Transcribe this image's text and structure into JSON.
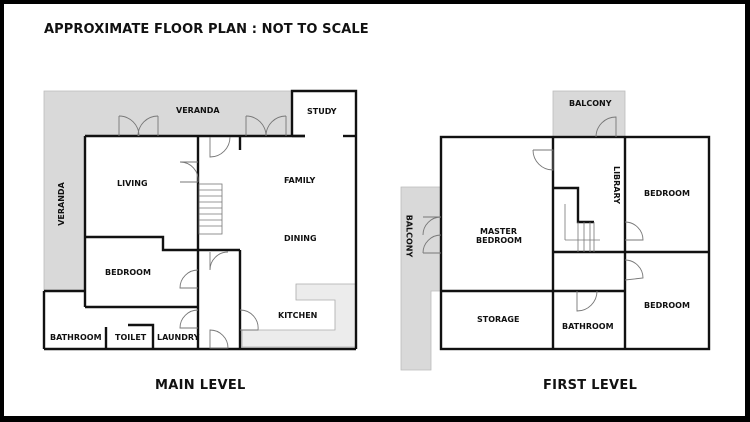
{
  "header": {
    "title": "APPROXIMATE FLOOR PLAN : NOT TO SCALE"
  },
  "colors": {
    "wall": "#111111",
    "outdoor_fill": "#d9d9d9",
    "counter_fill": "#ececec",
    "door_line": "#777777",
    "background": "#ffffff",
    "frame": "#000000"
  },
  "main_level": {
    "label": "MAIN LEVEL",
    "rooms": {
      "veranda_top": "VERANDA",
      "veranda_side": "VERANDA",
      "study": "STUDY",
      "living": "LIVING",
      "family": "FAMILY",
      "dining": "DINING",
      "bedroom": "BEDROOM",
      "kitchen": "KITCHEN",
      "bathroom": "BATHROOM",
      "toilet": "TOILET",
      "laundry": "LAUNDRY"
    }
  },
  "first_level": {
    "label": "FIRST LEVEL",
    "rooms": {
      "balcony_top": "BALCONY",
      "balcony_side": "BALCONY",
      "master_bedroom_line1": "MASTER",
      "master_bedroom_line2": "BEDROOM",
      "library": "LIBRARY",
      "bedroom_1": "BEDROOM",
      "bedroom_2": "BEDROOM",
      "storage": "STORAGE",
      "bathroom": "BATHROOM"
    }
  }
}
